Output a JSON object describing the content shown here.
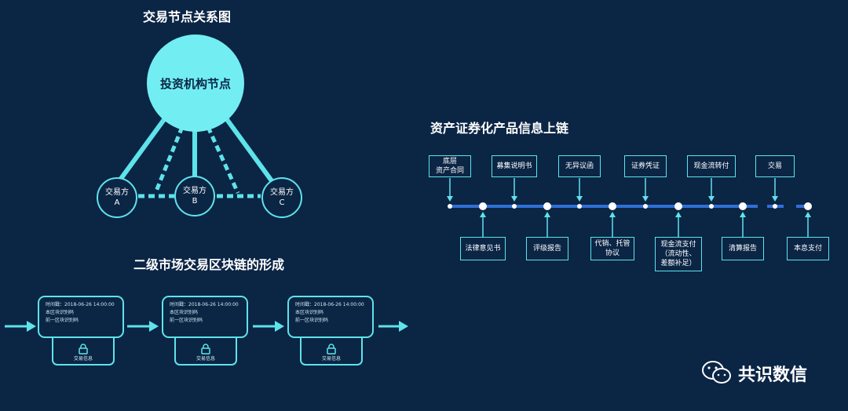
{
  "colors": {
    "background": "#0b2545",
    "accent": "#5ee3ea",
    "node_fill": "#72eef3",
    "timeline": "#2f6fd6"
  },
  "left_top": {
    "title": "交易节点关系图",
    "center_node": "投资机构节点",
    "nodes": [
      {
        "line1": "交易方",
        "line2": "A"
      },
      {
        "line1": "交易方",
        "line2": "B"
      },
      {
        "line1": "交易方",
        "line2": "C"
      }
    ]
  },
  "left_bottom": {
    "title": "二级市场交易区块链的形成",
    "blocks": [
      {
        "time": "时间戳：2018-06-26  14:00:00",
        "hash": "本区块识别码",
        "prev_hash": "前一区块识别码",
        "tab_label": "交易信息"
      },
      {
        "time": "时间戳：2018-06-26  14:00:00",
        "hash": "本区块识别码",
        "prev_hash": "前一区块识别码",
        "tab_label": "交易信息"
      },
      {
        "time": "时间戳：2018-06-26  14:00:00",
        "hash": "本区块识别码",
        "prev_hash": "前一区块识别码",
        "tab_label": "交易信息"
      }
    ]
  },
  "right": {
    "title": "资产证券化产品信息上链",
    "top_items": [
      "底层\n资产合同",
      "募集说明书",
      "无异议函",
      "证券凭证",
      "现金流转付",
      "交易"
    ],
    "bottom_items": [
      "法律意见书",
      "评级报告",
      "代销、托管\n协议",
      "现金流支付\n（流动性、\n差额补足）",
      "清算报告",
      "本息支付"
    ]
  },
  "watermark": {
    "text": "共识数信",
    "icon": "wechat-icon"
  }
}
